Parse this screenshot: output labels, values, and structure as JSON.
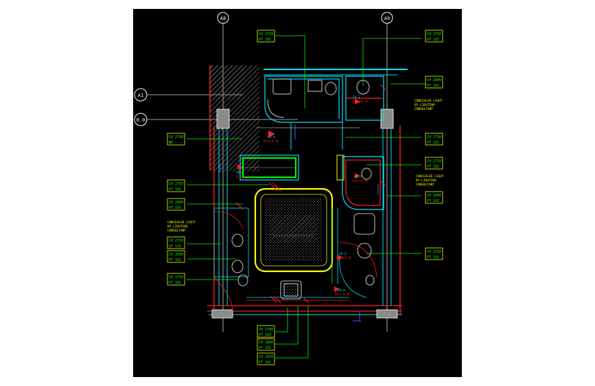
{
  "colors": {
    "background": "#000000",
    "wall": "#00ffff",
    "wall_red": "#ff2020",
    "ceiling": "#ffff00",
    "leader": "#00ff00",
    "grid": "#ffffff",
    "hatch": "#707070",
    "blue_line": "#4060ff"
  },
  "grid": {
    "top_left": "A8",
    "top_right": "A9",
    "side_upper": "A1",
    "side_lower": "0.0"
  },
  "tags": [
    {
      "line1": "CH 2750",
      "line2": "PT 101"
    },
    {
      "line1": "CH 2750",
      "line2": "PT 102"
    },
    {
      "line1": "CH 2800",
      "line2": "PT 102"
    },
    {
      "line1": "CH 2750",
      "line2": "WD ---"
    },
    {
      "line1": "CH 2750",
      "line2": "PT 101"
    },
    {
      "line1": "CH 2750",
      "line2": "PT 101"
    },
    {
      "line1": "CH 2750",
      "line2": "PT 102"
    },
    {
      "line1": "CH 2600",
      "line2": "PT 105"
    },
    {
      "line1": "CH 2800",
      "line2": "PT 102"
    },
    {
      "line1": "CH 2750",
      "line2": "SP 110"
    },
    {
      "line1": "CH 2500",
      "line2": "PT 102"
    },
    {
      "line1": "CH 2550",
      "line2": "PT 102"
    },
    {
      "line1": "CH 2750",
      "line2": "PT 101"
    },
    {
      "line1": "CH 1580",
      "line2": "PT 103"
    },
    {
      "line1": "CH 1880",
      "line2": "PT 101"
    },
    {
      "line1": "CH 2650",
      "line2": "PT 101"
    }
  ],
  "notes": [
    {
      "lines": [
        "CONCEALED LIGHT",
        "BY LIGHTING",
        "CONSULTANT"
      ]
    },
    {
      "lines": [
        "CONCEALED LIGHT",
        "BY LIGHTING",
        "CONSULTANT"
      ]
    },
    {
      "lines": [
        "CONCEALED LIGHT",
        "BY LIGHTING",
        "CONSULTANT"
      ]
    }
  ],
  "markers": [
    {
      "code": "CD-7",
      "sub": "EFFL/A.10"
    },
    {
      "code": "CD-4",
      "sub": "EFFL/A.10"
    },
    {
      "code": "CD-6",
      "sub": "EFFL/A.10"
    },
    {
      "code": "CD-7",
      "sub": "EFFL/A.10"
    },
    {
      "code": "CD-5",
      "sub": "EFFL/A.10"
    },
    {
      "code": "CD-8",
      "sub": "EFFL/A.10"
    }
  ]
}
